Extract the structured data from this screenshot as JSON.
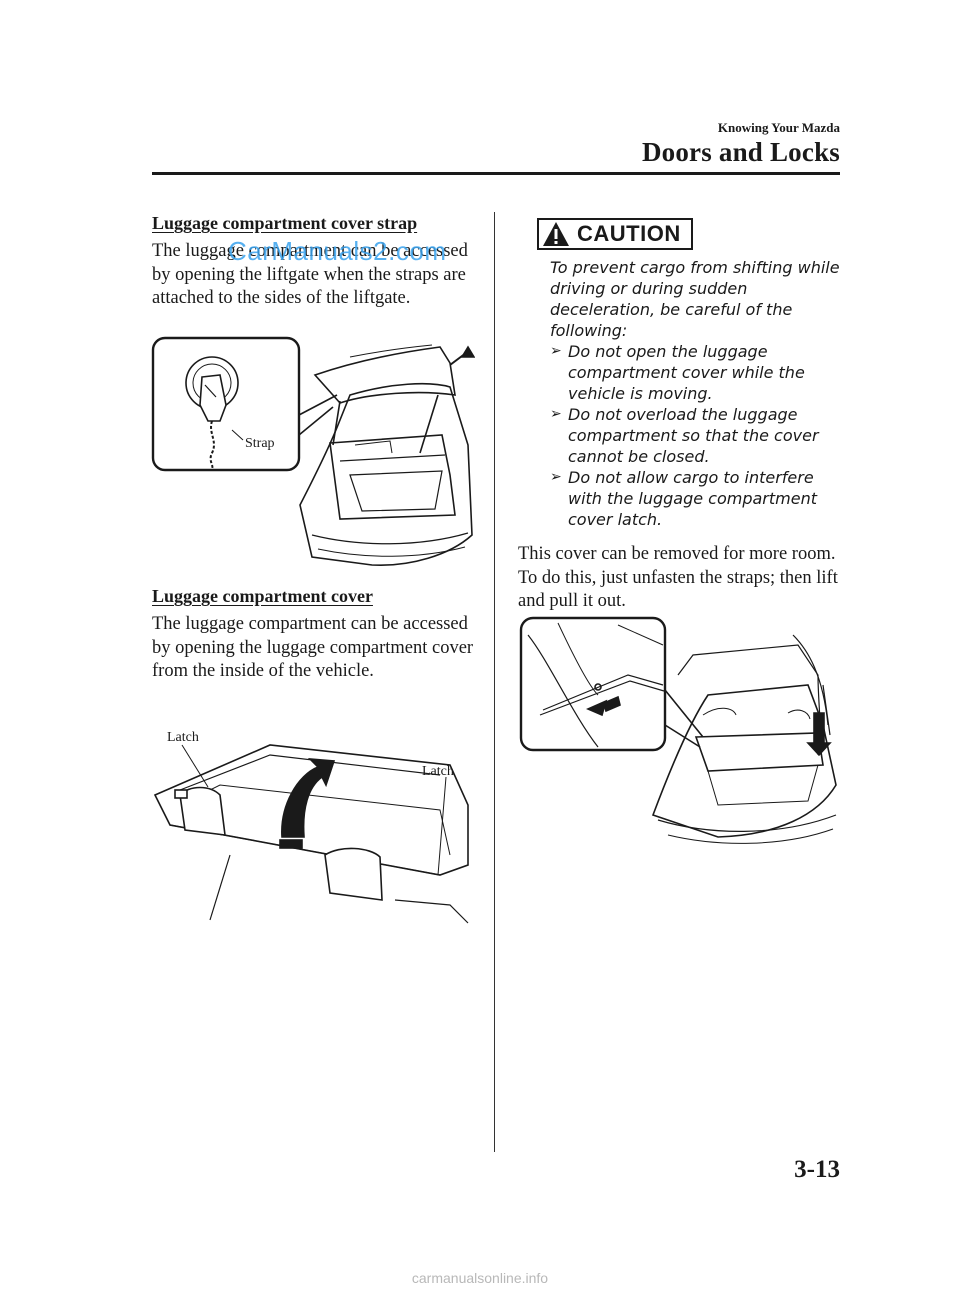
{
  "header": {
    "chapter": "Knowing Your Mazda",
    "section": "Doors and Locks"
  },
  "watermark": "CarManuals2.com",
  "left": {
    "strap_title": "Luggage compartment cover strap",
    "strap_text": "The luggage compartment can be accessed by opening the liftgate when the straps are attached to the sides of the liftgate.",
    "strap_label": "Strap",
    "cover_title": "Luggage compartment cover",
    "cover_text": "The luggage compartment can be accessed by opening the luggage compartment cover from the inside of the vehicle.",
    "latch_label_1": "Latch",
    "latch_label_2": "Latch"
  },
  "caution": {
    "label": "CAUTION",
    "intro": "To prevent cargo from shifting while driving or during sudden deceleration, be careful of the following:",
    "bullets": [
      "Do not open the luggage compartment cover while the vehicle is moving.",
      "Do not overload the luggage compartment so that the cover cannot be closed.",
      "Do not allow cargo to interfere with the luggage compartment cover latch."
    ]
  },
  "right": {
    "remove_text": "This cover can be removed for more room. To do this, just unfasten the straps; then lift and pull it out."
  },
  "page_number": "3-13",
  "footer": "carmanualsonline.info"
}
